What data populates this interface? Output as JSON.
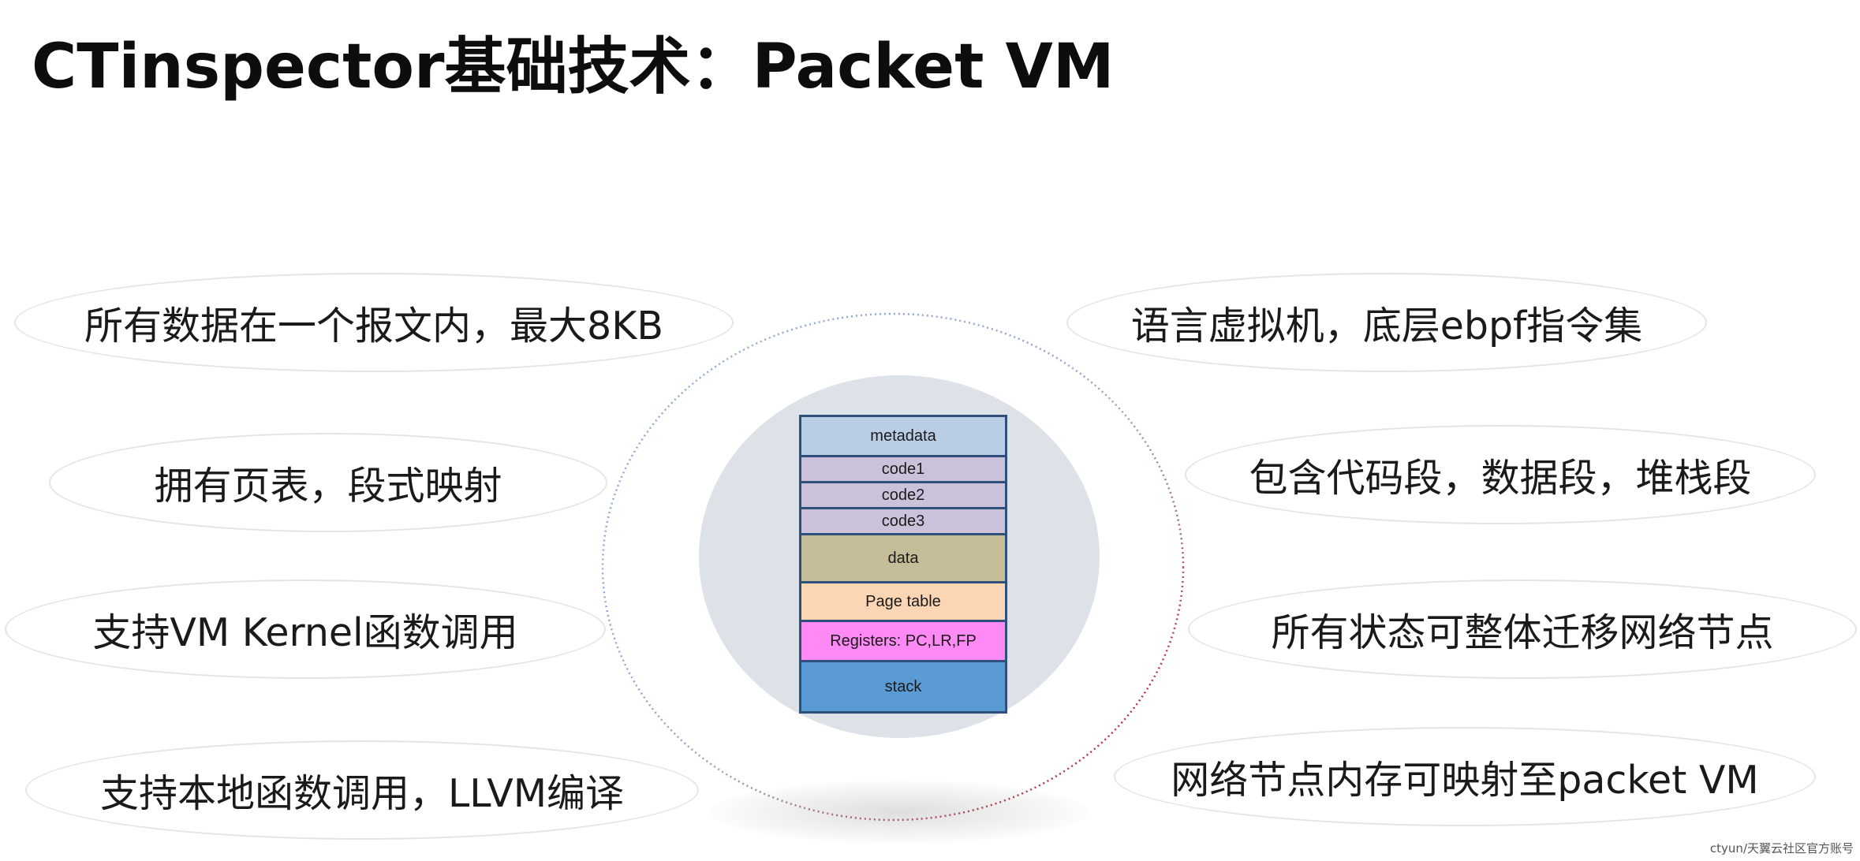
{
  "title": "CTinspector基础技术：Packet VM",
  "features_left": [
    "所有数据在一个报文内，最大8KB",
    "拥有页表，段式映射",
    "支持VM Kernel函数调用",
    "支持本地函数调用，LLVM编译"
  ],
  "features_right": [
    "语言虚拟机，底层ebpf指令集",
    "包含代码段，数据段，堆栈段",
    "所有状态可整体迁移网络节点",
    "网络节点内存可映射至packet VM"
  ],
  "memory_layout": [
    {
      "label": "metadata",
      "color": "#b9cde4"
    },
    {
      "label": "code1",
      "color": "#ccc1da"
    },
    {
      "label": "code2",
      "color": "#ccc1da"
    },
    {
      "label": "code3",
      "color": "#ccc1da"
    },
    {
      "label": "data",
      "color": "#c4bd97"
    },
    {
      "label": "Page table",
      "color": "#fcd5b5"
    },
    {
      "label": "Registers: PC,LR,FP",
      "color": "#ff8af5"
    },
    {
      "label": "stack",
      "color": "#5b9bd5"
    }
  ],
  "colors": {
    "orbit_blue": "#8eaed8",
    "orbit_red": "#c00000",
    "inner_disc": "#dde1e8",
    "stack_border": "#2f4f7c"
  },
  "watermark": "ctyun/天翼云社区官方账号"
}
